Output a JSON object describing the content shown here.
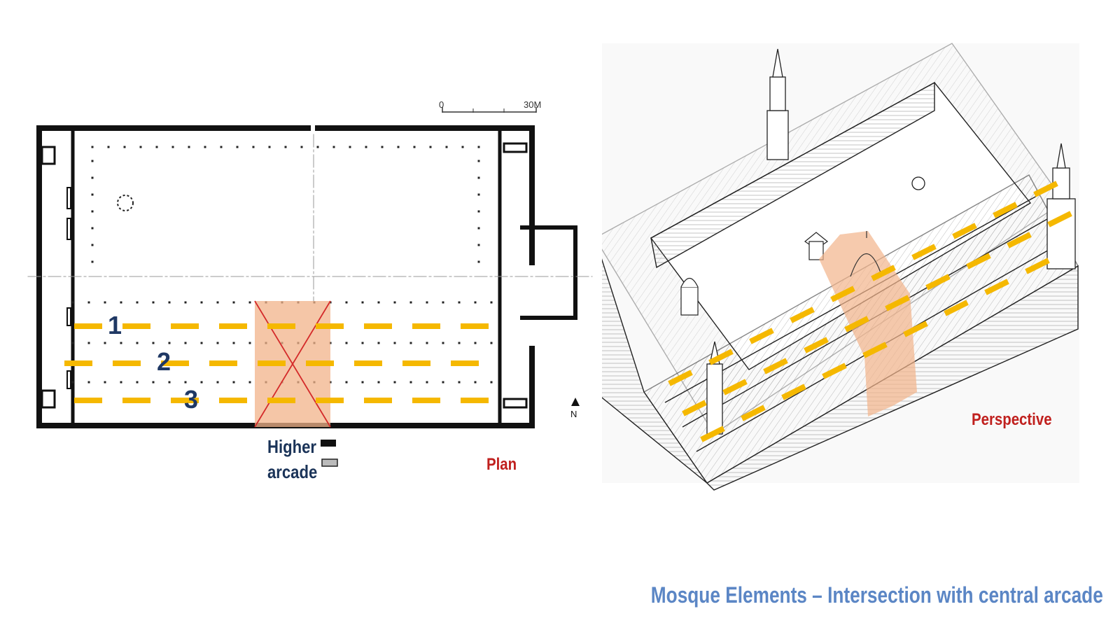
{
  "plan": {
    "label": "Plan",
    "scale_start": "0",
    "scale_end": "30M",
    "north": "N",
    "bay_numbers": [
      "1",
      "2",
      "3"
    ],
    "legend_label_line1": "Higher",
    "legend_label_line2": "arcade"
  },
  "perspective": {
    "label": "Perspective"
  },
  "title": "Mosque Elements – Intersection with central arcade",
  "colors": {
    "aisle_dash": "#f5b800",
    "transept_highlight": "#f2b38a",
    "cross_lines": "#d42a2a",
    "plan_label": "#c0201e",
    "navy_text": "#1a3358",
    "title": "#5b86c5"
  },
  "icons": [
    "north-arrow-icon",
    "legend-black-bar-icon",
    "legend-hatched-bar-icon"
  ]
}
